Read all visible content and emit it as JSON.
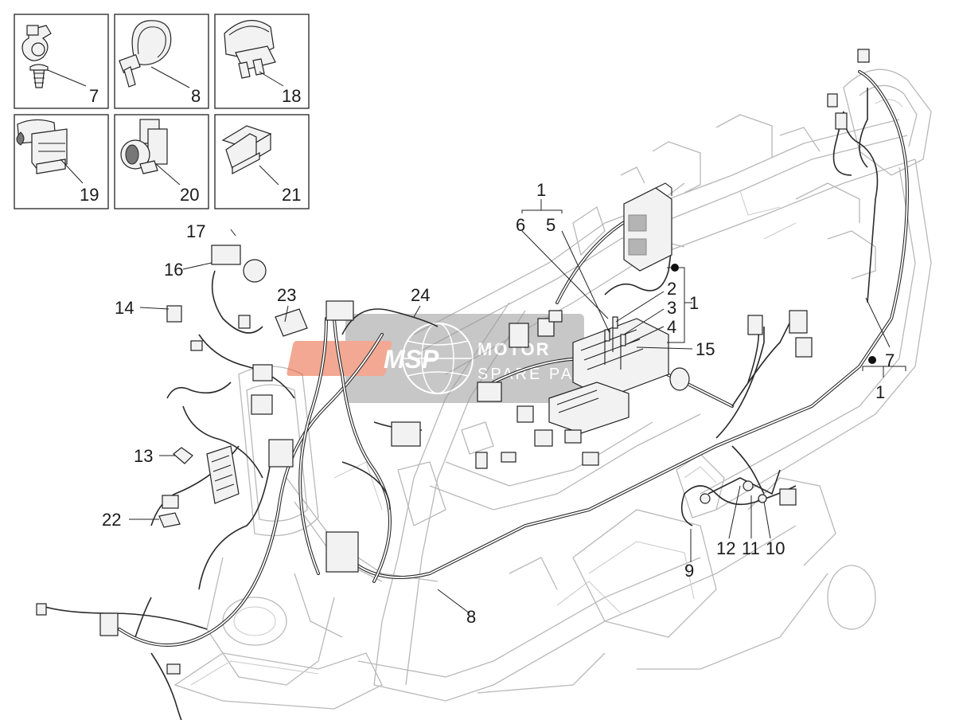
{
  "watermark": {
    "logo_text": "MSP",
    "brand_line1": "MOTOR",
    "brand_line2": "SPARE PAR"
  },
  "legend_boxes": [
    {
      "label": "7"
    },
    {
      "label": "8"
    },
    {
      "label": "18"
    },
    {
      "label": "19"
    },
    {
      "label": "20"
    },
    {
      "label": "21"
    }
  ],
  "callouts": {
    "c17": "17",
    "c16": "16",
    "c14": "14",
    "c23": "23",
    "c24": "24",
    "c13": "13",
    "c22": "22",
    "c8b": "8",
    "c1top": "1",
    "c6": "6",
    "c5": "5",
    "c2": "2",
    "c3": "3",
    "c4": "4",
    "c1right": "1",
    "c15": "15",
    "c7": "7",
    "c1bottom": "1",
    "c9": "9",
    "c12": "12",
    "c11": "11",
    "c10": "10"
  },
  "colors": {
    "frame_outline": "#b8b8b8",
    "line_art": "#222222",
    "watermark_logo": "#e8623a",
    "watermark_band": "#9a9a9a"
  }
}
